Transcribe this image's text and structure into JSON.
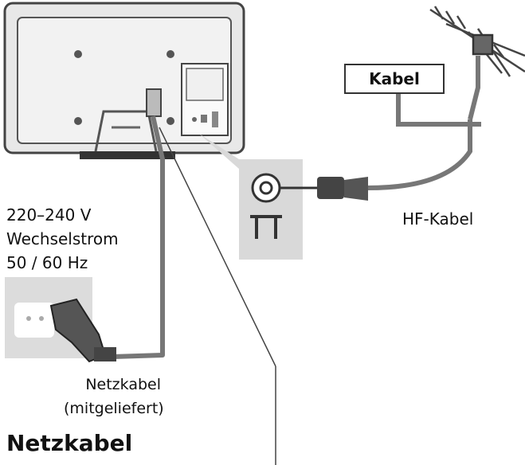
{
  "power": {
    "voltage": "220–240 V",
    "current_type": "Wechselstrom",
    "frequency": "50 / 60 Hz",
    "cable_name": "Netzkabel",
    "cable_note": "(mitgeliefert)"
  },
  "antenna": {
    "box_label": "Kabel",
    "rf_cable_label": "HF-Kabel"
  },
  "section_heading": "Netzkabel",
  "colors": {
    "tv_body": "#e6e6e6",
    "tv_outline": "#444444",
    "cable": "#777777",
    "wall_plate": "#dcdcdc",
    "callout_bg": "#d9d9d9"
  }
}
